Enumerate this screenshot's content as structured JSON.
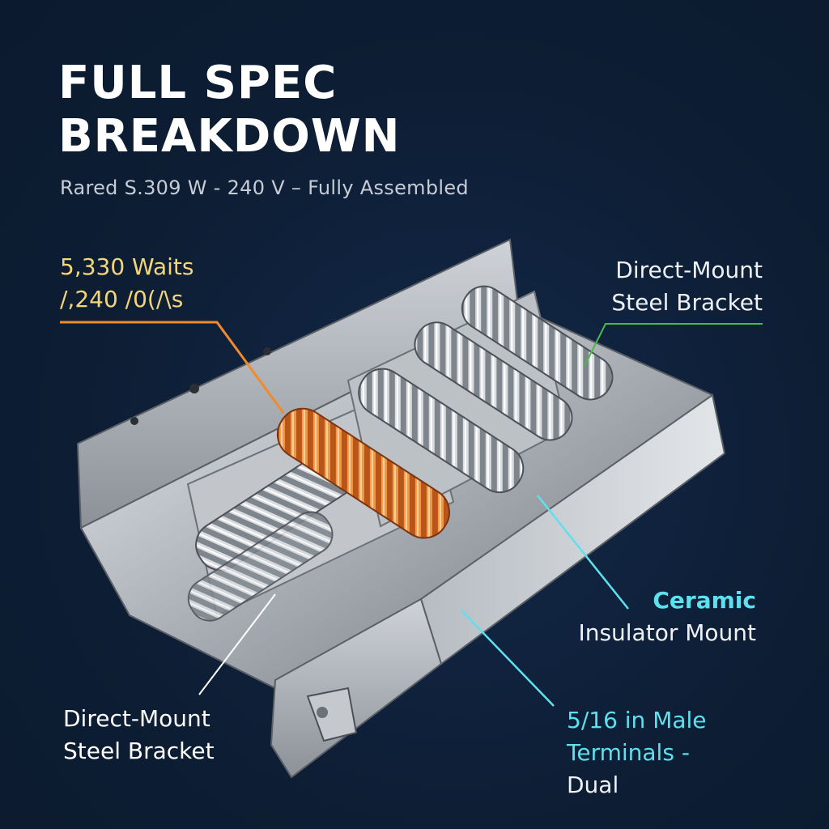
{
  "header": {
    "title_line1": "FULL SPEC",
    "title_line2": "BREAKDOWN",
    "subtitle": "Rared S.309 W - 240 V – Fully Assembled"
  },
  "callouts": {
    "rating": {
      "line1": "5,330 Waits",
      "line2": "/,240 /0(/\\s",
      "color": "#f08a2a"
    },
    "bracket_top": {
      "line1": "Direct-Mount",
      "line2": "Steel Bracket",
      "color": "#4bb84b"
    },
    "ceramic": {
      "line1": "Ceramic",
      "line2": "Insulator Mount",
      "color": "#5fe0ee"
    },
    "bracket_bottom": {
      "line1": "Direct-Mount",
      "line2": "Steel Bracket",
      "color": "#ffffff"
    },
    "terminals": {
      "line1": "5/16 in Male",
      "line2_a": "Terminals - ",
      "line2_b": "Dual",
      "color": "#5fe0ee"
    }
  },
  "colors": {
    "background": "#0e1f35",
    "accent_orange": "#f08a2a",
    "accent_green": "#4bb84b",
    "accent_cyan": "#5fe0ee"
  },
  "illustration": {
    "subject": "dryer heating element assembly",
    "icon": "heating-coil-icon"
  }
}
